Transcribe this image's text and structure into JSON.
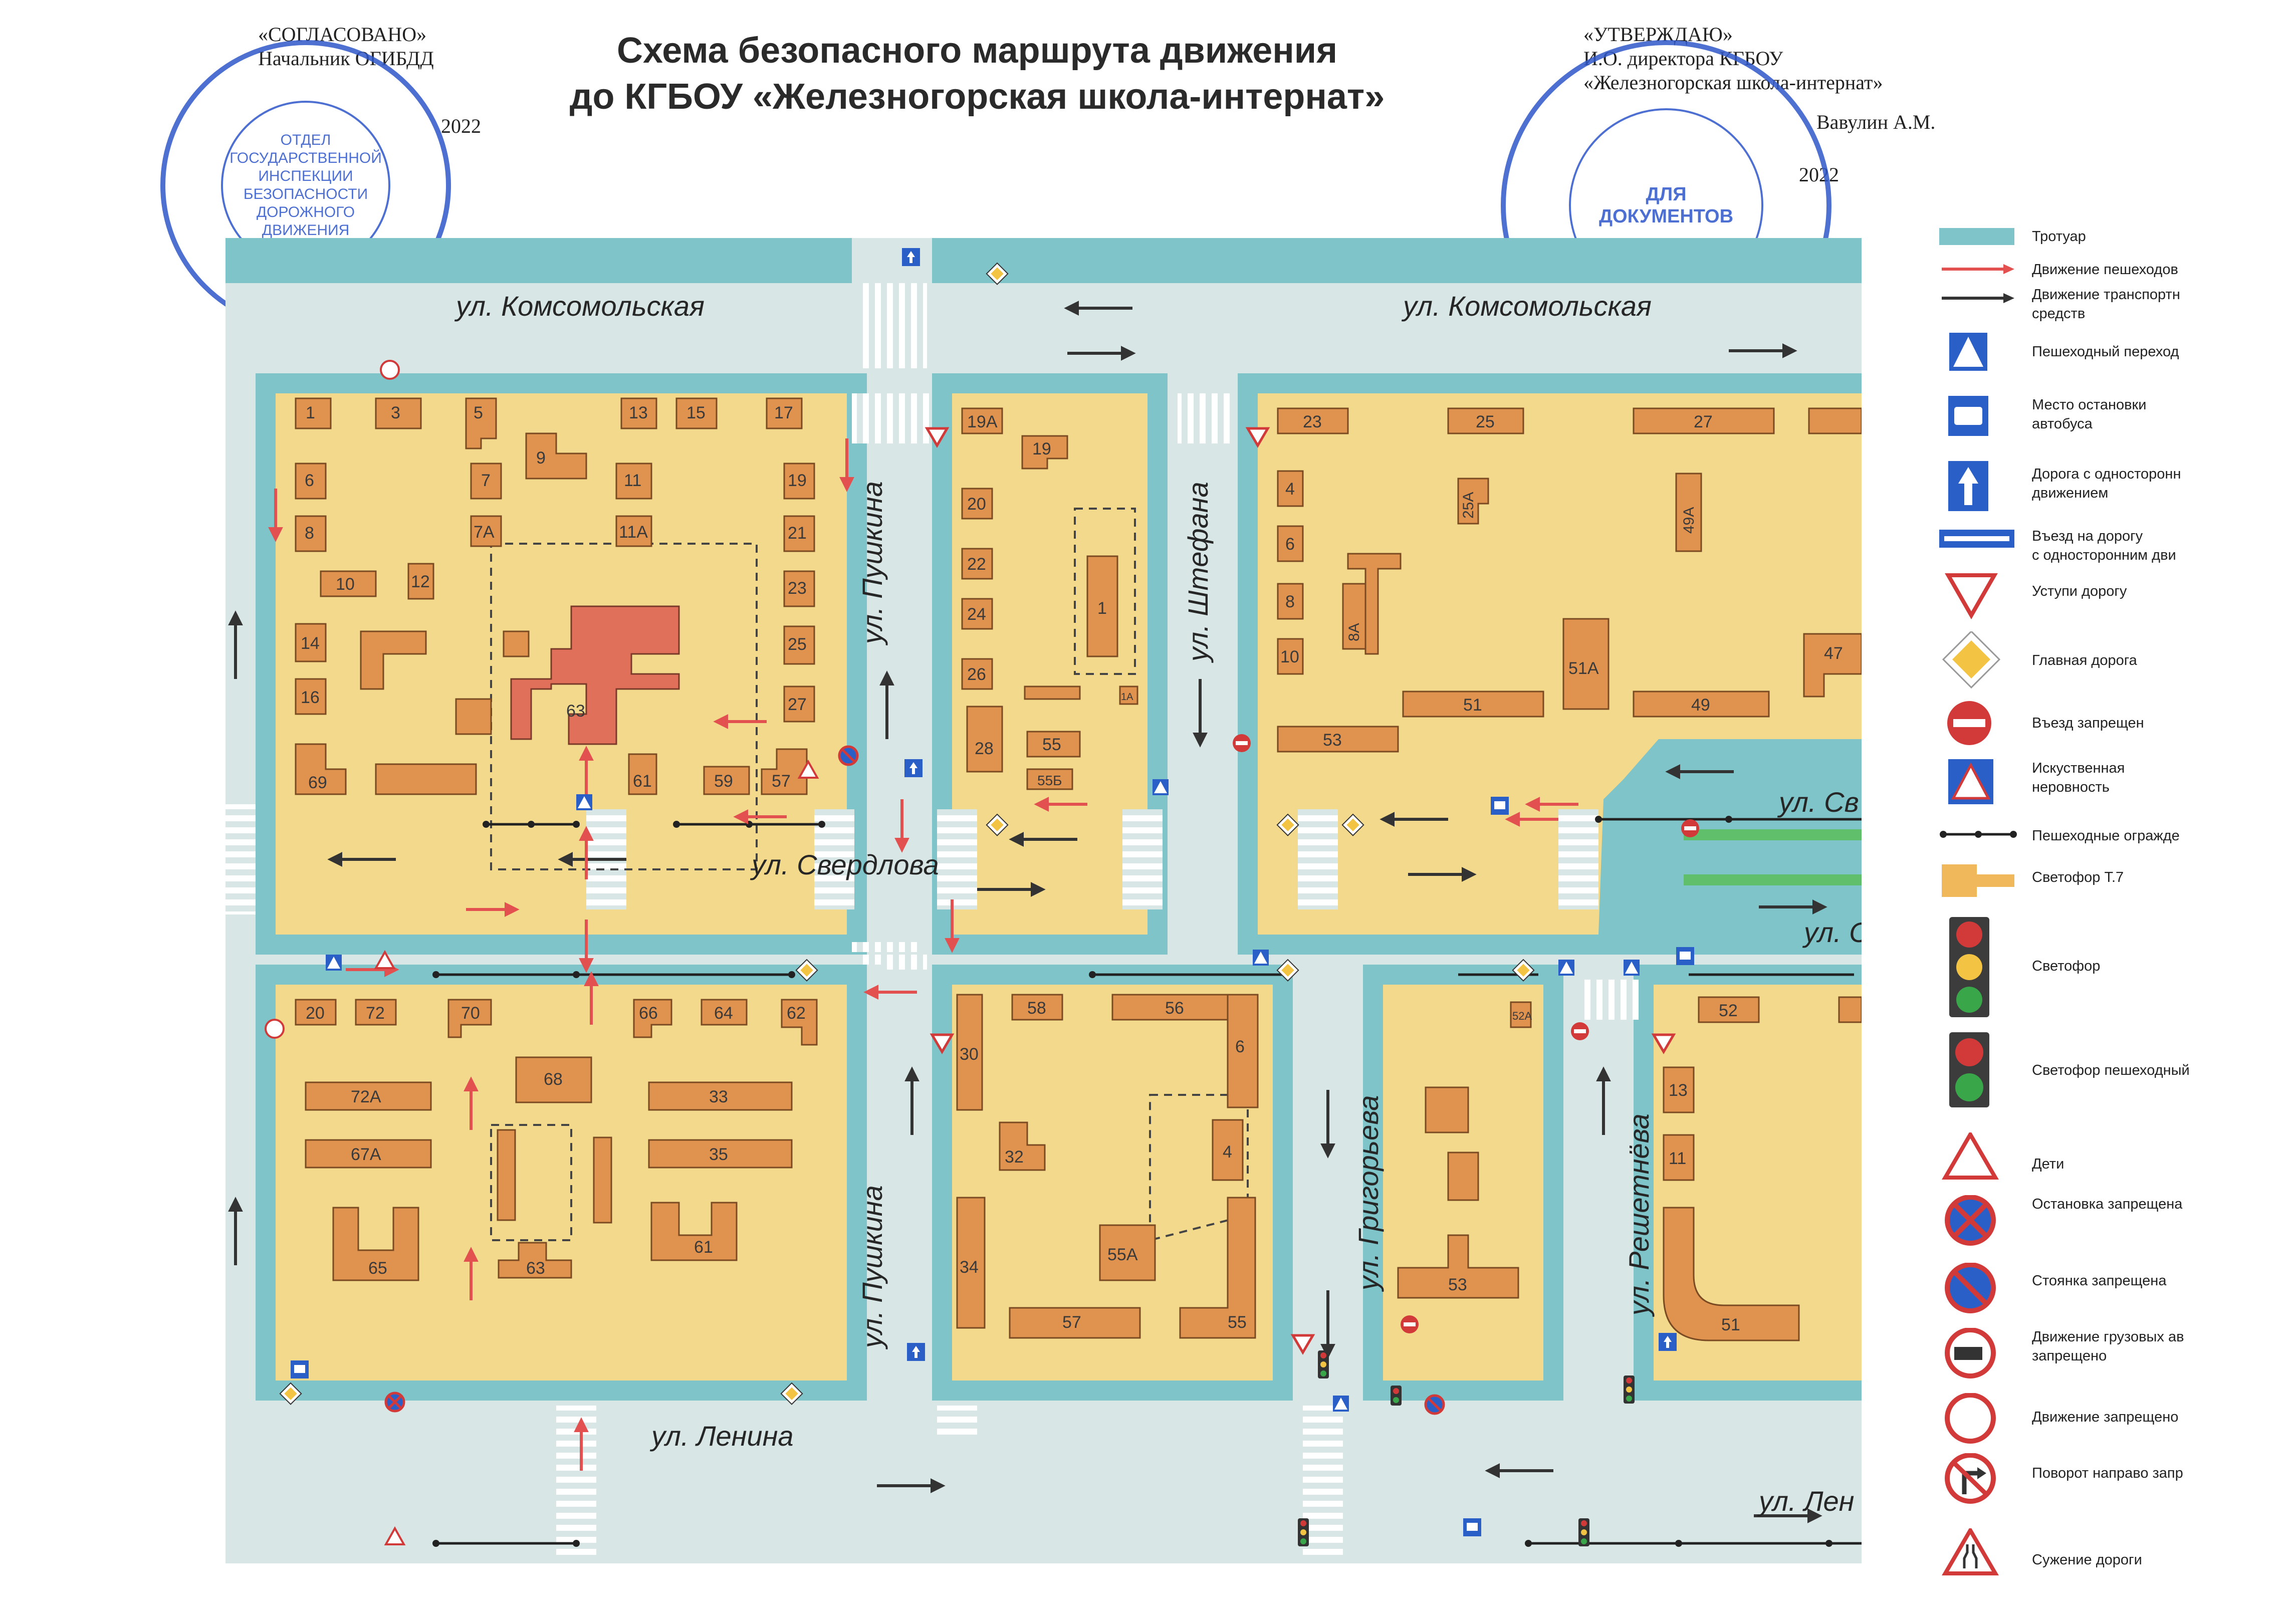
{
  "header": {
    "title_line1": "Схема безопасного маршрута движения",
    "title_line2": "до КГБОУ «Железногорская  школа-интернат»"
  },
  "approval_left": {
    "line1": "«СОГЛАСОВАНО»",
    "line2": "Начальник ОГИБДД",
    "date": "2022"
  },
  "approval_right": {
    "line1": "«УТВЕРЖДАЮ»",
    "line2": "И.О. директора КГБОУ",
    "line3": "«Железногорская школа-интернат»",
    "signature": "Вавулин А.М.",
    "date": "2022"
  },
  "stamps": {
    "left_center": [
      "ОТДЕЛ",
      "ГОСУДАРСТВЕННОЙ",
      "ИНСПЕКЦИИ",
      "БЕЗОПАСНОСТИ",
      "ДОРОЖНОГО",
      "ДВИЖЕНИЯ"
    ],
    "right_center": [
      "ДЛЯ",
      "ДОКУМЕНТОВ"
    ]
  },
  "colors": {
    "block": "#f2d98c",
    "building": "#e0924f",
    "school": "#e0705a",
    "sidewalk": "#7fc4c8",
    "road": "#d8e6e6",
    "stamp": "#2f57c9",
    "pedestrian_arrow": "#e35050",
    "vehicle_arrow": "#333333"
  },
  "streets": {
    "komsomolskaya_w": "ул. Комсомольская",
    "komsomolskaya_e": "ул. Комсомольская",
    "sverdlova_c": "ул. Свердлова",
    "sverdlova_e1": "ул. Св",
    "sverdlova_e2": "ул. С",
    "pushkina_n": "ул. Пушкина",
    "pushkina_s": "ул. Пушкина",
    "shtefana": "ул. Штефана",
    "grigoreva": "ул. Григорьева",
    "reshetneva": "ул. Решетнёва",
    "lenina_w": "ул. Ленина",
    "lenina_e": "ул. Лен"
  },
  "buildings": {
    "b1": "1",
    "b3": "3",
    "b5": "5",
    "b9": "9",
    "b13": "13",
    "b15": "15",
    "b17": "17",
    "b6": "6",
    "b7": "7",
    "b11": "11",
    "b19": "19",
    "b8": "8",
    "b7a": "7А",
    "b11a": "11А",
    "b21": "21",
    "b10": "10",
    "b12": "12",
    "b23": "23",
    "b14": "14",
    "b25": "25",
    "b16": "16",
    "b27": "27",
    "b63": "63",
    "b69": "69",
    "b61": "61",
    "b59": "59",
    "b57": "57",
    "c19a": "19А",
    "c19": "19",
    "c20": "20",
    "c22": "22",
    "c24": "24",
    "c26": "26",
    "c28": "28",
    "c1": "1",
    "c55": "55",
    "c55b": "55Б",
    "c1a": "1А",
    "e23": "23",
    "e25": "25",
    "e27": "27",
    "e4": "4",
    "e6": "6",
    "e8": "8",
    "e10": "10",
    "e25a": "25А",
    "e49a": "49А",
    "e8a": "8А",
    "e51a": "51А",
    "e51": "51",
    "e49": "49",
    "e53": "53",
    "e47": "47",
    "s20": "20",
    "s72": "72",
    "s70": "70",
    "s66": "66",
    "s64": "64",
    "s62": "62",
    "s72a": "72А",
    "s68": "68",
    "s33": "33",
    "s67a": "67А",
    "s35": "35",
    "s65": "65",
    "s63": "63",
    "s61": "61",
    "m58": "58",
    "m56": "56",
    "m30": "30",
    "m6": "6",
    "m32": "32",
    "m4": "4",
    "m34": "34",
    "m55a": "55А",
    "m57": "57",
    "m55": "55",
    "r52a": "52А",
    "r53": "53",
    "f52": "52",
    "f13": "13",
    "f11": "11",
    "f51": "51"
  },
  "legend": [
    {
      "icon": "sidewalk-swatch",
      "label": "Тротуар"
    },
    {
      "icon": "pedestrian-arrow",
      "label": "Движение пешеходов"
    },
    {
      "icon": "vehicle-arrow",
      "label": "Движение транспортн"
    },
    {
      "icon": "vehicle-arrow",
      "label": "средств"
    },
    {
      "icon": "crosswalk-sign-icon",
      "label": "Пешеходный переход"
    },
    {
      "icon": "bus-stop-sign-icon",
      "label": "Место остановки"
    },
    {
      "icon": "bus-stop-sign-icon",
      "label": "автобуса"
    },
    {
      "icon": "one-way-sign-icon",
      "label": "Дорога с односторонн"
    },
    {
      "icon": "one-way-sign-icon",
      "label": "движением"
    },
    {
      "icon": "one-way-entry-sign-icon",
      "label": "Въезд на дорогу"
    },
    {
      "icon": "one-way-entry-sign-icon",
      "label": "с односторонним дви"
    },
    {
      "icon": "yield-sign-icon",
      "label": "Уступи дорогу"
    },
    {
      "icon": "priority-road-sign-icon",
      "label": "Главная дорога"
    },
    {
      "icon": "no-entry-sign-icon",
      "label": "Въезд запрещен"
    },
    {
      "icon": "speed-bump-sign-icon",
      "label": "Искуственная"
    },
    {
      "icon": "speed-bump-sign-icon",
      "label": "неровность"
    },
    {
      "icon": "pedestrian-fence-icon",
      "label": "Пешеходные огражде"
    },
    {
      "icon": "traffic-light-t7-icon",
      "label": "Светофор Т.7"
    },
    {
      "icon": "traffic-light-icon",
      "label": "Светофор"
    },
    {
      "icon": "pedestrian-traffic-light-icon",
      "label": "Светофор пешеходный"
    },
    {
      "icon": "children-sign-icon",
      "label": "Дети"
    },
    {
      "icon": "no-stopping-sign-icon",
      "label": "Остановка запрещена"
    },
    {
      "icon": "no-parking-sign-icon",
      "label": "Стоянка запрещена"
    },
    {
      "icon": "no-trucks-sign-icon",
      "label": "Движение грузовых ав"
    },
    {
      "icon": "no-trucks-sign-icon",
      "label": "запрещено"
    },
    {
      "icon": "no-vehicles-sign-icon",
      "label": "Движение запрещено"
    },
    {
      "icon": "no-right-turn-sign-icon",
      "label": "Поворот направо запр"
    },
    {
      "icon": "road-narrows-sign-icon",
      "label": "Сужение дороги"
    }
  ]
}
